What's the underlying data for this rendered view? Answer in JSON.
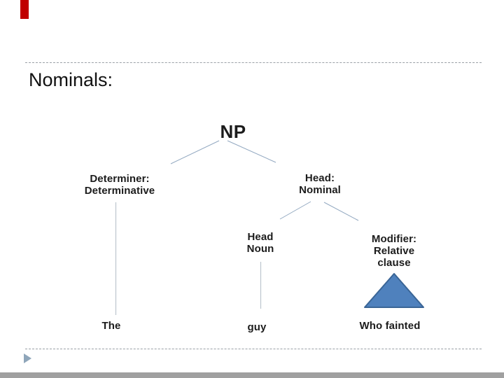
{
  "slide": {
    "title": "Nominals:",
    "accent_bar_color": "#c00000",
    "divider_color": "#9aa0a6",
    "bottom_bar_color": "#a0a0a0"
  },
  "tree": {
    "root_label": "NP",
    "nodes": {
      "determiner": "Determiner:\nDeterminative",
      "head": "Head:\nNominal",
      "head_noun": "Head\nNoun",
      "modifier": "Modifier:\nRelative\nclause"
    },
    "leaves": {
      "determiner": "The",
      "head_noun": "guy",
      "modifier": "Who fainted"
    },
    "branch_color": "#93a9c1",
    "triangle": {
      "fill": "#4f81bd",
      "stroke": "#3a6596"
    }
  },
  "nav": {
    "advance_icon": "play-triangle",
    "advance_color": "#8fa6ba"
  }
}
